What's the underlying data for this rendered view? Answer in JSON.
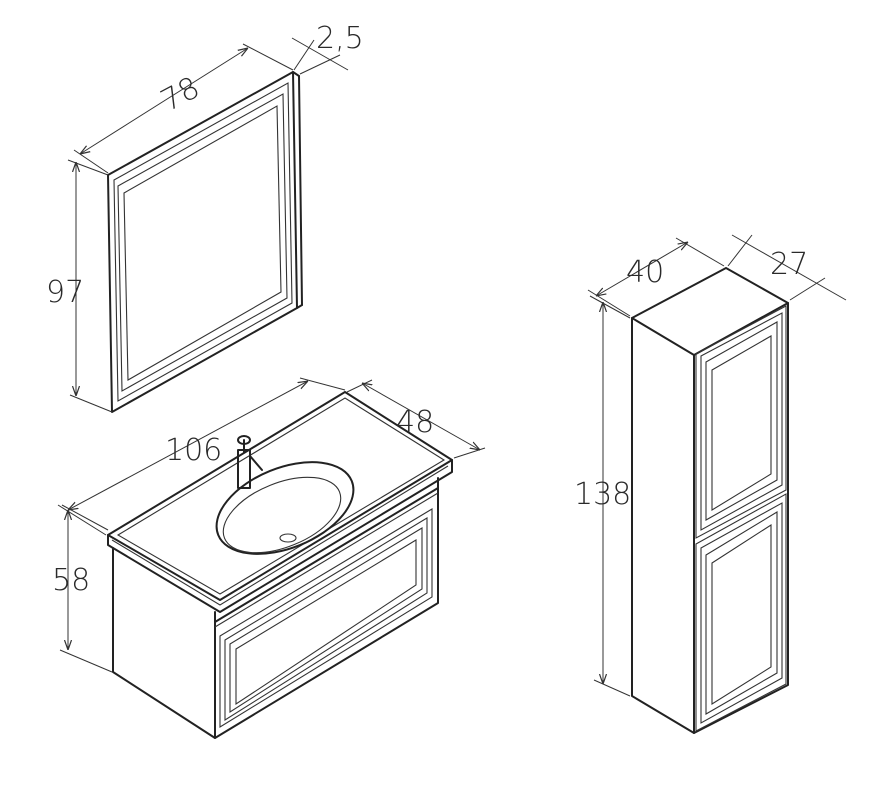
{
  "labels": {
    "mirror_width": "78",
    "mirror_depth": "2,5",
    "mirror_height": "97",
    "vanity_width": "106",
    "vanity_depth": "48",
    "vanity_height": "58",
    "column_width": "40",
    "column_depth": "27",
    "column_height": "138"
  },
  "colors": {
    "line": "#222222",
    "background": "#ffffff"
  }
}
